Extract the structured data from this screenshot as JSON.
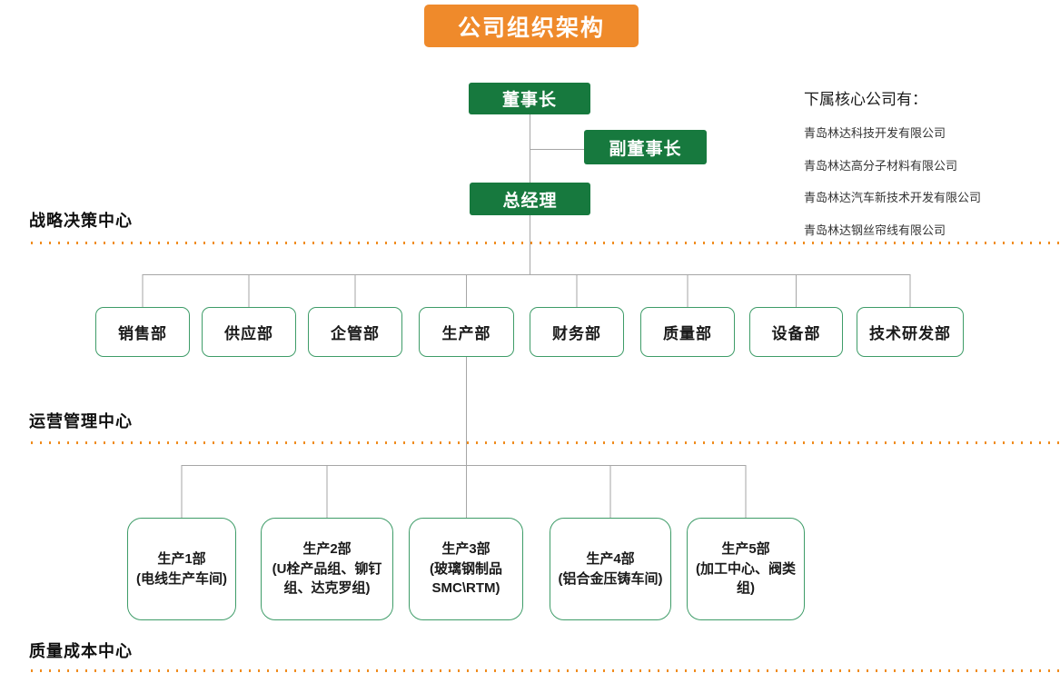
{
  "title": "公司组织架构",
  "executives": {
    "chairman": "董事长",
    "vice_chairman": "副董事长",
    "general_manager": "总经理"
  },
  "subsidiaries": {
    "header": "下属核心公司有：",
    "items": [
      "青岛林达科技开发有限公司",
      "青岛林达高分子材料有限公司",
      "青岛林达汽车新技术开发有限公司",
      "青岛林达钢丝帘线有限公司"
    ]
  },
  "sections": {
    "strategic": "战略决策中心",
    "operations": "运营管理中心",
    "quality": "质量成本中心"
  },
  "departments": [
    "销售部",
    "供应部",
    "企管部",
    "生产部",
    "财务部",
    "质量部",
    "设备部",
    "技术研发部"
  ],
  "production": [
    {
      "name": "生产1部",
      "detail": "(电线生产车间)"
    },
    {
      "name": "生产2部",
      "detail": "(U栓产品组、铆钉组、达克罗组)"
    },
    {
      "name": "生产3部",
      "detail": "(玻璃钢制品\nSMC\\RTM)"
    },
    {
      "name": "生产4部",
      "detail": "(铝合金压铸车间)"
    },
    {
      "name": "生产5部",
      "detail": "(加工中心、阀类组)"
    }
  ],
  "colors": {
    "banner_orange": "#EF8A2B",
    "node_green": "#17793E",
    "box_outline_green": "#3E9C68",
    "divider_dot_orange": "#F08C1E",
    "connector_gray": "#A6A6A6",
    "text_black": "#1A1A1A"
  }
}
